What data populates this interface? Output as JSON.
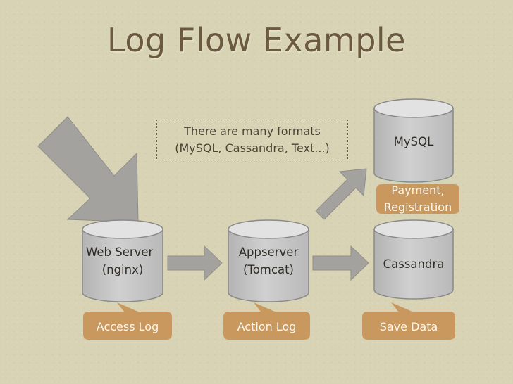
{
  "slide": {
    "title": "Log Flow Example",
    "note": {
      "line1": "There are many formats",
      "line2": "(MySQL, Cassandra, Text...)"
    },
    "nodes": {
      "web_server": {
        "line1": "Web Server",
        "line2": "(nginx)"
      },
      "appserver": {
        "line1": "Appserver",
        "line2": "(Tomcat)"
      },
      "mysql": {
        "line1": "MySQL"
      },
      "cassandra": {
        "line1": "Cassandra"
      }
    },
    "tags": {
      "access_log": "Access Log",
      "action_log": "Action Log",
      "save_data": "Save Data",
      "payment": {
        "line1": "Payment,",
        "line2": "Registration"
      }
    }
  },
  "colors": {
    "background": "#d7d3b4",
    "cylinder_body": "#c5c5c5",
    "cylinder_top": "#e0e0e0",
    "arrow": "#a3a29f",
    "tag": "#c9985f",
    "title": "#6b5a40"
  }
}
